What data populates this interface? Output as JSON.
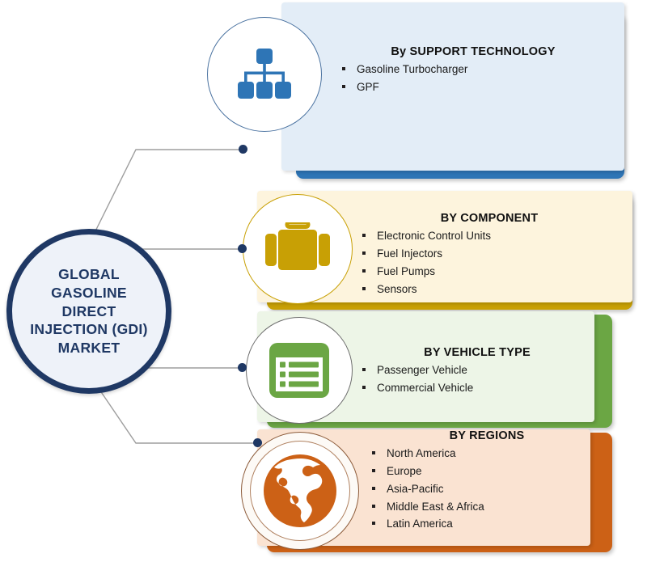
{
  "hub": {
    "title": "GLOBAL\nGASOLINE\nDIRECT\nINJECTION (GDI)\nMARKET",
    "border_color": "#1F3864",
    "fill_color": "#EEF2F9"
  },
  "connector": {
    "line_color": "#9E9E9E",
    "dot_color": "#1F3864"
  },
  "segments": [
    {
      "id": "support-technology",
      "heading": "By SUPPORT TECHNOLOGY",
      "icon": "org-chart-icon",
      "accent_color": "#2E75B6",
      "panel_color": "#E3EDF7",
      "icon_color": "#2E75B6",
      "ring_color": "#4A72A0",
      "items": [
        "Gasoline Turbocharger",
        "GPF"
      ]
    },
    {
      "id": "component",
      "heading": "BY COMPONENT",
      "icon": "briefcase-icon",
      "accent_color": "#C8A005",
      "panel_color": "#FDF4DD",
      "icon_color": "#C8A005",
      "ring_color": "#C8A005",
      "items": [
        "Electronic Control Units",
        "Fuel Injectors",
        "Fuel Pumps",
        "Sensors"
      ]
    },
    {
      "id": "vehicle-type",
      "heading": "BY VEHICLE TYPE",
      "icon": "list-form-icon",
      "accent_color": "#6BA644",
      "panel_color": "#EDF5E7",
      "icon_color": "#6BA644",
      "ring_color": "#6E6E6E",
      "items": [
        "Passenger Vehicle",
        "Commercial Vehicle"
      ]
    },
    {
      "id": "regions",
      "heading": "BY REGIONS",
      "icon": "globe-americas-icon",
      "accent_color": "#CC6116",
      "panel_color": "#FAE3D2",
      "icon_color": "#CC6116",
      "ring_color": "#8C5B3A",
      "items": [
        "North America",
        "Europe",
        "Asia-Pacific",
        "Middle East & Africa",
        "Latin America"
      ]
    }
  ]
}
